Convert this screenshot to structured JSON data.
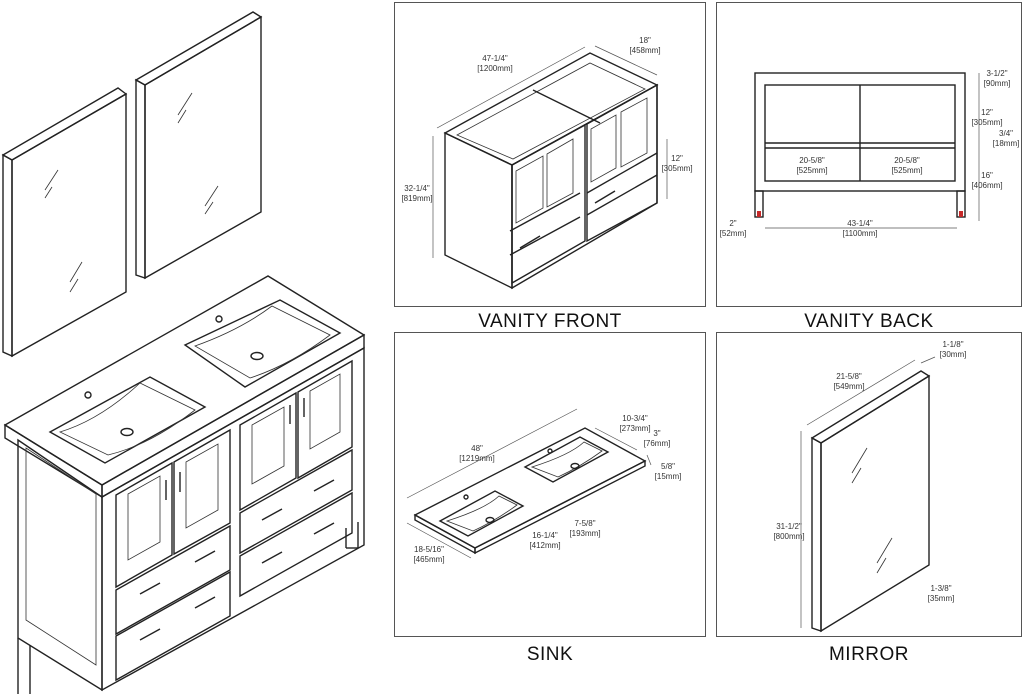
{
  "captions": {
    "vanity_front": "VANITY FRONT",
    "vanity_back": "VANITY BACK",
    "sink": "SINK",
    "mirror": "MIRROR"
  },
  "front_dims": {
    "width_in": "47-1/4\"",
    "width_mm": "[1200mm]",
    "depth_in": "18\"",
    "depth_mm": "[458mm]",
    "height_in": "32-1/4\"",
    "height_mm": "[819mm]",
    "door_in": "12\"",
    "door_mm": "[305mm]"
  },
  "back_dims": {
    "top_in": "3-1/2\"",
    "top_mm": "[90mm]",
    "open_in": "12\"",
    "open_mm": "[305mm]",
    "shelf_in": "3/4\"",
    "shelf_mm": "[18mm]",
    "lower_in": "16\"",
    "lower_mm": "[406mm]",
    "left_open_in": "20-5/8\"",
    "left_open_mm": "[525mm]",
    "right_open_in": "20-5/8\"",
    "right_open_mm": "[525mm]",
    "leg_in": "2\"",
    "leg_mm": "[52mm]",
    "span_in": "43-1/4\"",
    "span_mm": "[1100mm]"
  },
  "sink_dims": {
    "width_in": "48\"",
    "width_mm": "[1219mm]",
    "bowl_w_in": "10-3/4\"",
    "bowl_w_mm": "[273mm]",
    "edge_in": "3\"",
    "edge_mm": "[76mm]",
    "thick_in": "5/8\"",
    "thick_mm": "[15mm]",
    "depth_in": "18-5/16\"",
    "depth_mm": "[465mm]",
    "bowl_l_in": "16-1/4\"",
    "bowl_l_mm": "[412mm]",
    "bowl_d_in": "7-5/8\"",
    "bowl_d_mm": "[193mm]"
  },
  "mirror_dims": {
    "frame_in": "1-1/8\"",
    "frame_mm": "[30mm]",
    "width_in": "21-5/8\"",
    "width_mm": "[549mm]",
    "height_in": "31-1/2\"",
    "height_mm": "[800mm]",
    "thick_in": "1-3/8\"",
    "thick_mm": "[35mm]"
  },
  "colors": {
    "line": "#222222",
    "panel_border": "#555555",
    "arrow_accent": "#c62828"
  }
}
